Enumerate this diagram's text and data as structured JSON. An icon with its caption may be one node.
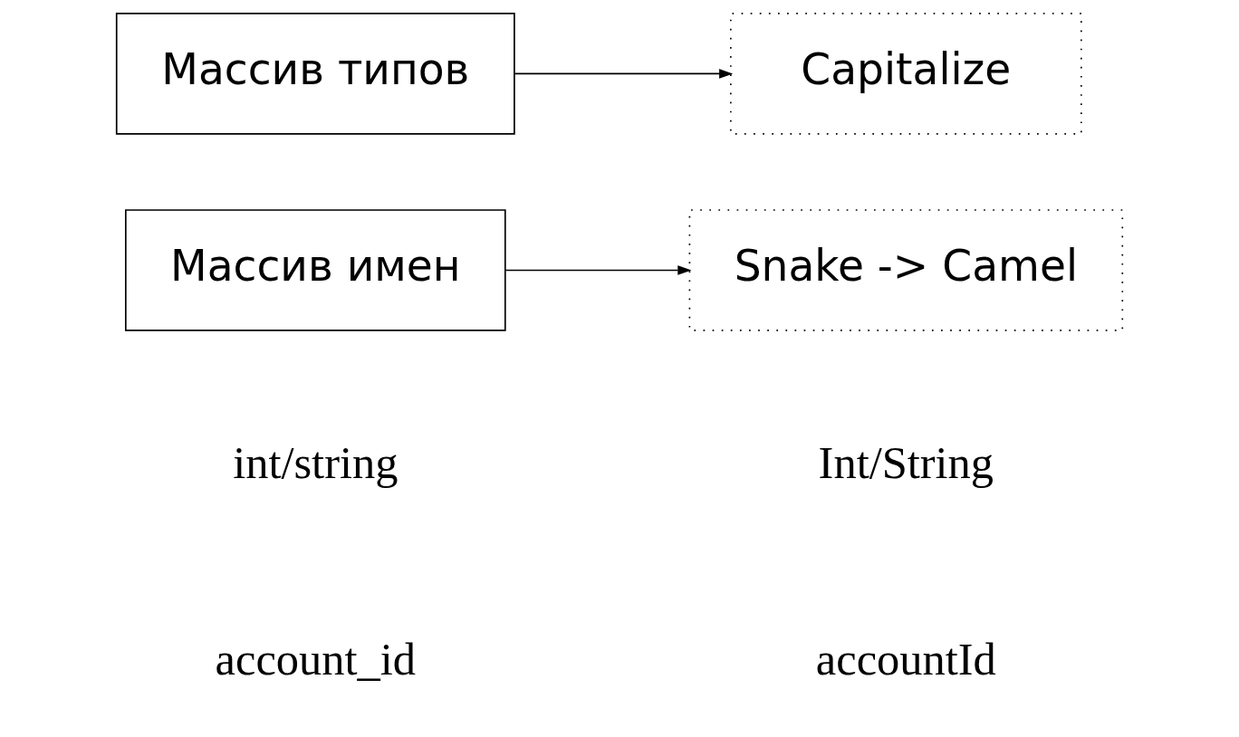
{
  "diagram": {
    "nodes": [
      {
        "text": [
          "Массив имен"
        ]
      },
      {
        "text": [
          "Snake -> Camel"
        ]
      },
      {
        "text": [
          "Массив типов"
        ]
      },
      {
        "text": [
          "Capitalize"
        ]
      }
    ],
    "edges": [
      {
        "from": 0,
        "to": 1,
        "arrow": "to"
      },
      {
        "from": 2,
        "to": 3,
        "arrow": "to"
      }
    ],
    "labels": [
      "account_id",
      "accountId",
      "int/string",
      "Int/String"
    ]
  }
}
